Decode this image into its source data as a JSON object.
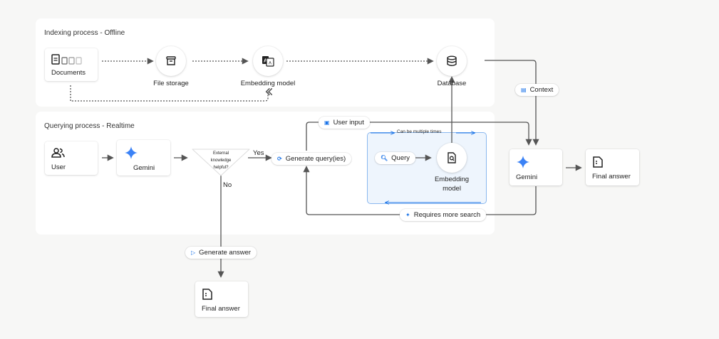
{
  "indexing": {
    "title": "Indexing process - Offline",
    "documents_label": "Documents",
    "file_storage_label": "File storage",
    "embedding_model_label": "Embedding model",
    "database_label": "Database"
  },
  "querying": {
    "title": "Querying process - Realtime",
    "user_label": "User",
    "gemini_label": "Gemini",
    "decision_text": [
      "External",
      "knowledge",
      "helpful?"
    ],
    "yes_label": "Yes",
    "no_label": "No",
    "generate_query_label": "Generate query(ies)",
    "user_input_label": "User input",
    "loop_label": "Can be multiple times",
    "query_label": "Query",
    "embedding_model_label": [
      "Embedding",
      "model"
    ],
    "requires_more_search_label": "Requires more search",
    "generate_answer_label": "Generate answer",
    "final_answer_label": "Final answer"
  },
  "right": {
    "context_label": "Context",
    "gemini_label": "Gemini",
    "final_answer_label": "Final answer"
  },
  "colors": {
    "accent": "#1a73e8",
    "arrow": "#555555",
    "loop_fill": "#eef5fd",
    "loop_border": "#8ab8ef"
  }
}
